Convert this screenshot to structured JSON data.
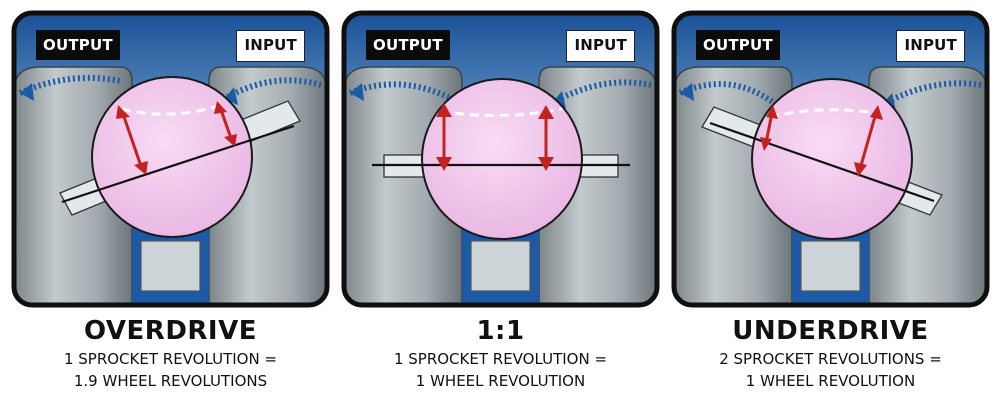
{
  "labels": {
    "output": "OUTPUT",
    "input": "INPUT"
  },
  "colors": {
    "rim": "#0f0f0f",
    "sky_top": "#174f95",
    "sky_bottom": "#cfe2f2",
    "pillar": "#a9b2b6",
    "pillar_dark": "#6e777b",
    "disc": "#f1c8ec",
    "arrow_blue": "#1d5aa6",
    "arrow_red": "#c42121"
  },
  "panels": [
    {
      "id": "overdrive",
      "title": "OVERDRIVE",
      "line1": "1 SPROCKET REVOLUTION =",
      "line2": "1.9 WHEEL REVOLUTIONS",
      "tilt": "left-low"
    },
    {
      "id": "one-to-one",
      "title": "1:1",
      "line1": "1 SPROCKET REVOLUTION  =",
      "line2": "1 WHEEL REVOLUTION",
      "tilt": "level"
    },
    {
      "id": "underdrive",
      "title": "UNDERDRIVE",
      "line1": "2 SPROCKET REVOLUTIONS  =",
      "line2": "1 WHEEL REVOLUTION",
      "tilt": "right-low"
    }
  ]
}
